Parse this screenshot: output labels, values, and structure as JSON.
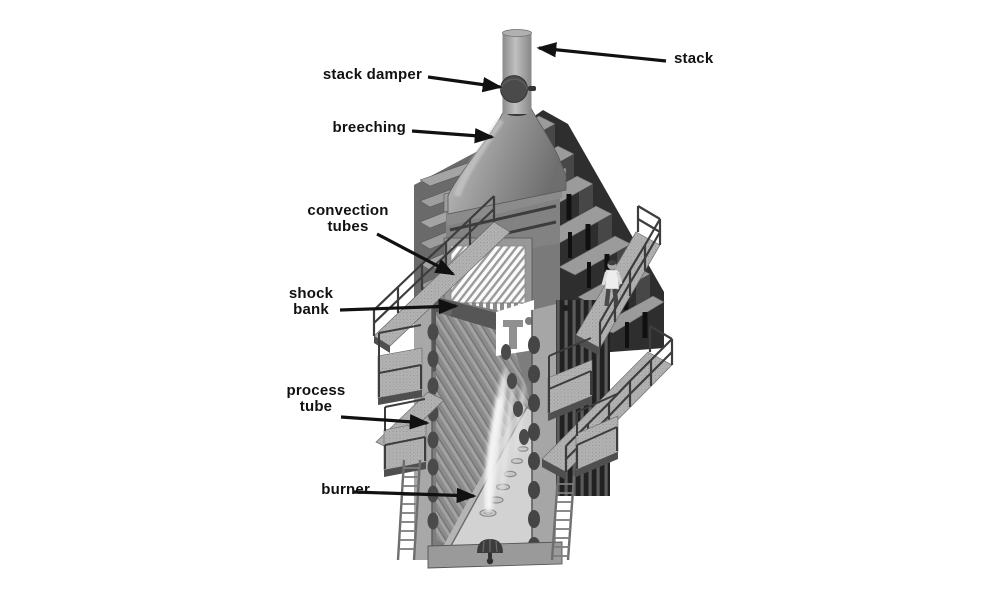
{
  "diagram": {
    "type": "labeled-illustration",
    "subject": "cutaway rendering of a fired process heater",
    "background": "#ffffff",
    "text_color": "#111111",
    "arrow_color": "#111111",
    "labels": [
      {
        "id": "stack-damper",
        "text": "stack damper"
      },
      {
        "id": "breeching",
        "text": "breeching"
      },
      {
        "id": "convection-tubes",
        "text": "convection tubes"
      },
      {
        "id": "shock-bank",
        "text": "shock bank"
      },
      {
        "id": "process-tube",
        "text": "process tube"
      },
      {
        "id": "burner",
        "text": "burner"
      },
      {
        "id": "stack",
        "text": "stack"
      }
    ],
    "illustration_parts": [
      "stack pipe",
      "stack damper disc",
      "breeching hood",
      "convection tube bank",
      "shock bank fins",
      "radiant box with process tubes",
      "burner flames on floor",
      "access walkways with railings",
      "ladders",
      "operator figure"
    ]
  }
}
